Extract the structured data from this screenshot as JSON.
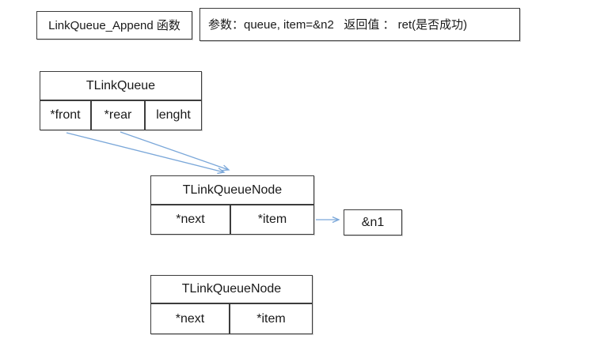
{
  "function_box": {
    "label": "LinkQueue_Append 函数"
  },
  "params_box": {
    "label": "参数：queue, item=&n2   返回值 ： ret(是否成功)"
  },
  "queue_struct": {
    "title": "TLinkQueue",
    "fields": [
      "*front",
      "*rear",
      "lenght"
    ]
  },
  "node1": {
    "title": "TLinkQueueNode",
    "fields": [
      "*next",
      "*item"
    ]
  },
  "node2": {
    "title": "TLinkQueueNode",
    "fields": [
      "*next",
      "*item"
    ]
  },
  "n1_box": {
    "label": "&n1"
  },
  "arrows": [
    {
      "from": "queue_struct.front",
      "to": "node1"
    },
    {
      "from": "queue_struct.rear",
      "to": "node1"
    },
    {
      "from": "node1.item",
      "to": "n1_box"
    }
  ],
  "colors": {
    "arrow": "#7aa7d9",
    "border": "#3c3c3c",
    "text": "#1a1a1a"
  }
}
